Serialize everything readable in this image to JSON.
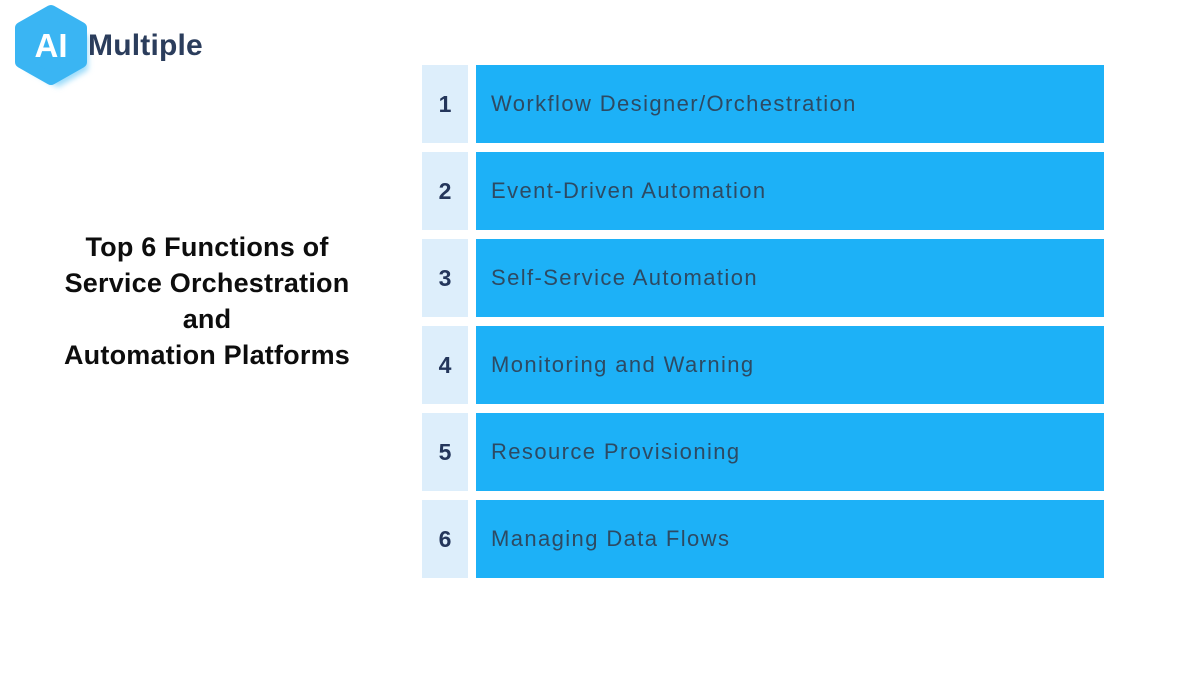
{
  "logo": {
    "hexagon_text": "AI",
    "brand": "Multiple"
  },
  "title": {
    "lines": [
      "Top 6 Functions of",
      "Service Orchestration",
      "and",
      "Automation Platforms"
    ]
  },
  "list": {
    "items": [
      {
        "number": "1",
        "label": "Workflow Designer/Orchestration"
      },
      {
        "number": "2",
        "label": "Event-Driven Automation"
      },
      {
        "number": "3",
        "label": "Self-Service Automation"
      },
      {
        "number": "4",
        "label": "Monitoring and Warning"
      },
      {
        "number": "5",
        "label": "Resource Provisioning"
      },
      {
        "number": "6",
        "label": "Managing Data Flows"
      }
    ]
  },
  "colors": {
    "bar-blue": "#1db1f7",
    "number-cell-bg": "#ddeefb",
    "number-text": "#24365b",
    "label-text": "#2d4a63",
    "title-text": "#0d0d0d",
    "brand-navy": "#2b3d5c",
    "hex-blue": "#3ab5f3",
    "hex-shadow": "#9bdbfa",
    "background": "#ffffff"
  }
}
